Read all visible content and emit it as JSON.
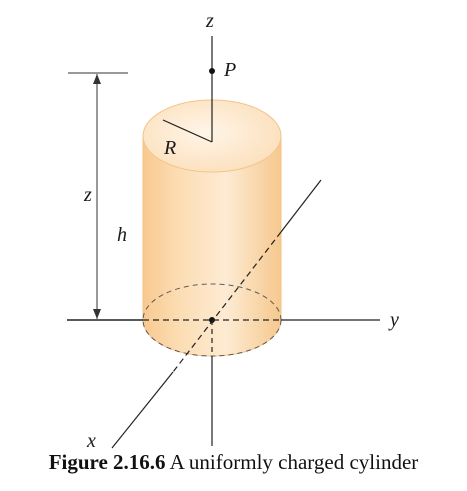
{
  "figure": {
    "labels": {
      "z_axis": "z",
      "point": "P",
      "radius": "R",
      "height_distance": "z",
      "height": "h",
      "y_axis": "y",
      "x_axis": "x"
    },
    "caption": {
      "number": "Figure 2.16.6",
      "text": "A uniformly charged cylinder"
    }
  },
  "colors": {
    "cylinder_fill": "#fbd9ad",
    "cylinder_top": "#fde8cd",
    "axis_line": "#333333"
  }
}
